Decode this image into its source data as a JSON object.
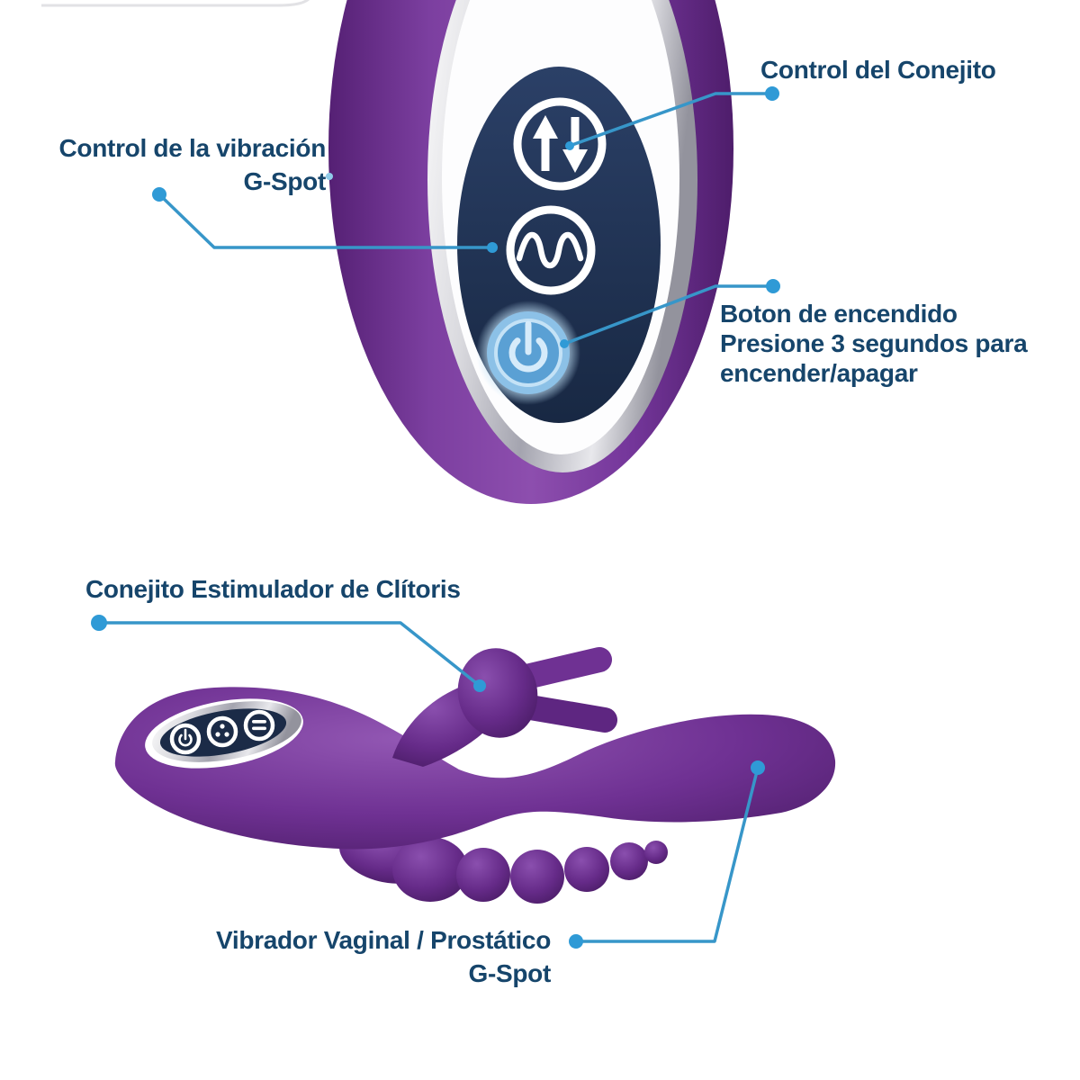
{
  "page": {
    "background": "#ffffff",
    "type": "product-annotation-diagram"
  },
  "labels": {
    "rabbit_control": "Control del Conejito",
    "vibration_control_line1": "Control de la vibración",
    "vibration_control_line2": "G-Spot",
    "power_line1": "Boton de encendido",
    "power_line2": "Presione 3 segundos para",
    "power_line3": "encender/apagar",
    "clitoris_stimulator": "Conejito Estimulador de Clítoris",
    "vaginal_line1": "Vibrador Vaginal / Prostático",
    "vaginal_line2": "G-Spot"
  },
  "icons": {
    "top_panel": [
      "arrows-up-down-icon",
      "wave-icon",
      "power-icon"
    ],
    "handle_panel": [
      "power-icon",
      "dots-icon",
      "bars-icon"
    ]
  },
  "colors": {
    "body_purple": "#76389A",
    "body_purple_dark": "#521F70",
    "body_purple_light": "#8F51B0",
    "panel_navy": "#203456",
    "label_text": "#16456B",
    "callout_line": "#3796C9",
    "callout_dot": "#2F9AD6",
    "power_button_blue": "#8CC1E7",
    "power_glyph_blue": "#D6EBFA",
    "chrome_silver": "#A8A8B2",
    "white": "#FFFFFF"
  }
}
